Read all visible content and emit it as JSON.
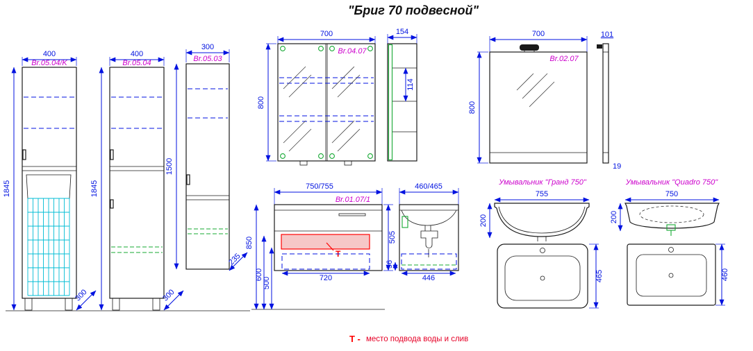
{
  "title": "\"Бриг 70 подвесной\"",
  "cabinets": {
    "cab1": {
      "label": "Br.05.04/K",
      "width": "400",
      "height": "1845",
      "depth": "300"
    },
    "cab2": {
      "label": "Br.05.04",
      "width": "400",
      "height": "1845",
      "depth": "300"
    },
    "cab3": {
      "label": "Br.05.03",
      "width": "300",
      "height": "1500",
      "depth": "235"
    }
  },
  "mirror_cabinet": {
    "label": "Br.04.07",
    "width": "700",
    "height": "800",
    "side_width": "154",
    "shelf_gap": "114"
  },
  "mirror": {
    "label": "Br.02.07",
    "width": "700",
    "height": "800",
    "side_depth": "101",
    "bottom_gap": "19"
  },
  "vanity": {
    "label": "Br.01.07/1",
    "width": "750/755",
    "height": "505",
    "mount_height": "850",
    "dim_600": "600",
    "dim_500": "500",
    "inner_width": "720",
    "water_marker": "Т",
    "side": {
      "width": "460/465",
      "dim_56": "56",
      "bottom_width": "446"
    }
  },
  "sinks": {
    "grand": {
      "title": "Умывальник \"Гранд 750\"",
      "width": "755",
      "height": "200",
      "depth": "465"
    },
    "quadro": {
      "title": "Умывальник \"Quadro 750\"",
      "width": "750",
      "height": "200",
      "depth": "460"
    }
  },
  "legend": {
    "marker": "Т -",
    "text": "место подвода воды и слив"
  },
  "colors": {
    "dimension_blue": "#0012e0",
    "label_magenta": "#cc00cc",
    "marker_red": "#ff0000",
    "basket_cyan": "#00bcd4",
    "accent_green": "#14a832"
  }
}
